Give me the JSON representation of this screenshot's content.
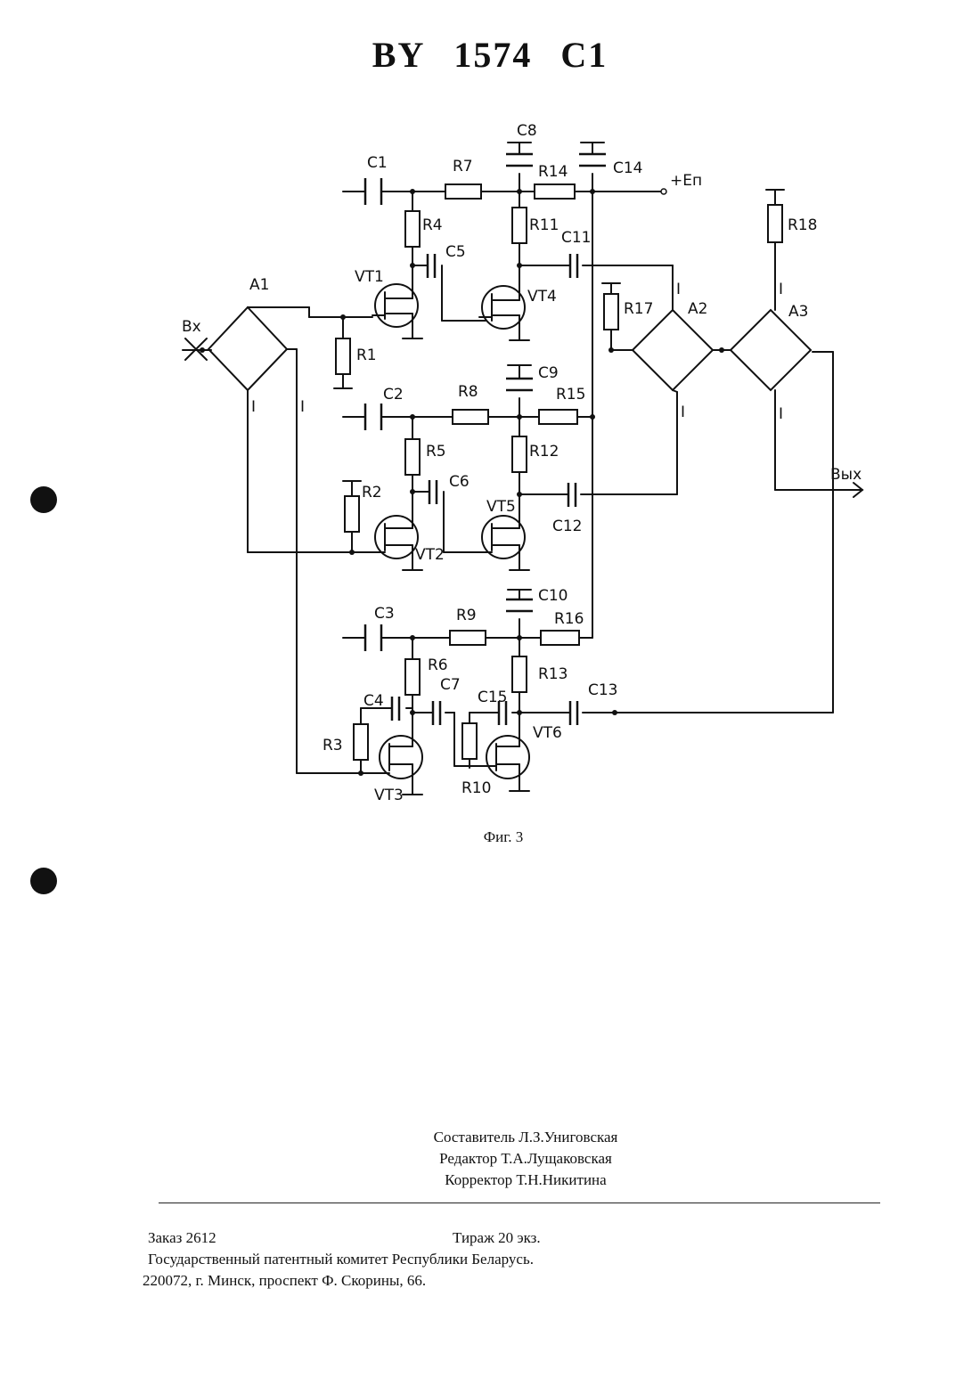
{
  "header": {
    "country": "BY",
    "number": "1574",
    "kind": "C1"
  },
  "figure": {
    "caption": "Фиг. 3",
    "labels": {
      "input": "Bx",
      "output": "Bыx",
      "supply": "+Eп",
      "A1": "A1",
      "A2": "A2",
      "A3": "A3",
      "I": "I",
      "C1": "C1",
      "C2": "C2",
      "C3": "C3",
      "C4": "C4",
      "C5": "C5",
      "C6": "C6",
      "C7": "C7",
      "C8": "C8",
      "C9": "C9",
      "C10": "C10",
      "C11": "C11",
      "C12": "C12",
      "C13": "C13",
      "C14": "C14",
      "C15": "C15",
      "R1": "R1",
      "R2": "R2",
      "R3": "R3",
      "R4": "R4",
      "R5": "R5",
      "R6": "R6",
      "R7": "R7",
      "R8": "R8",
      "R9": "R9",
      "R10": "R10",
      "R11": "R11",
      "R12": "R12",
      "R13": "R13",
      "R14": "R14",
      "R15": "R15",
      "R16": "R16",
      "R17": "R17",
      "R18": "R18",
      "VT1": "VT1",
      "VT2": "VT2",
      "VT3": "VT3",
      "VT4": "VT4",
      "VT5": "VT5",
      "VT6": "VT6"
    }
  },
  "credits": {
    "compiler": "Составитель Л.З.Униговская",
    "editor": "Редактор Т.А.Лущаковская",
    "proofreader": "Корректор Т.Н.Никитина"
  },
  "imprint": {
    "order": "Заказ 2612",
    "circulation": "Тираж  20 экз.",
    "publisher": "Государственный патентный комитет Республики Беларусь.",
    "address": "220072, г. Минск, проспект Ф. Скорины, 66."
  }
}
